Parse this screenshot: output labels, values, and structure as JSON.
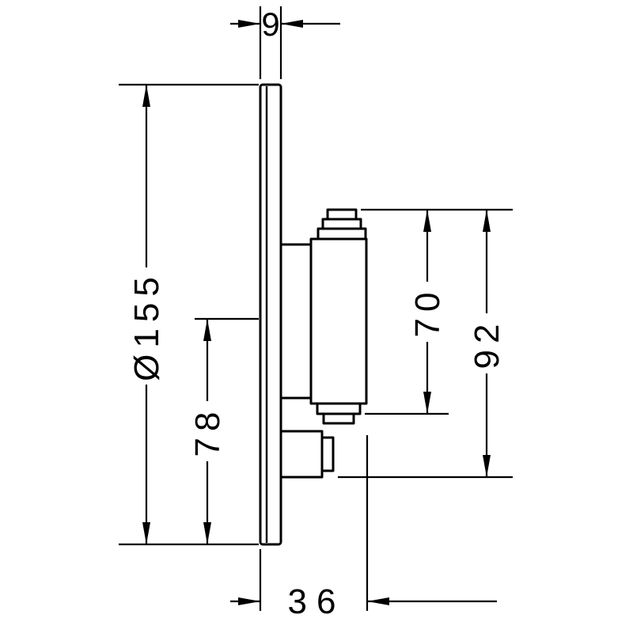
{
  "page": {
    "background": "#ffffff",
    "line_color": "#000000"
  },
  "drawing": {
    "type": "technical-dimension-drawing",
    "dimension_labels": {
      "plate_thickness": "9",
      "plate_diameter": "Ø155",
      "center_to_bottom": "78",
      "handle_height": "70",
      "overall_height": "92",
      "projection_depth": "36"
    }
  }
}
